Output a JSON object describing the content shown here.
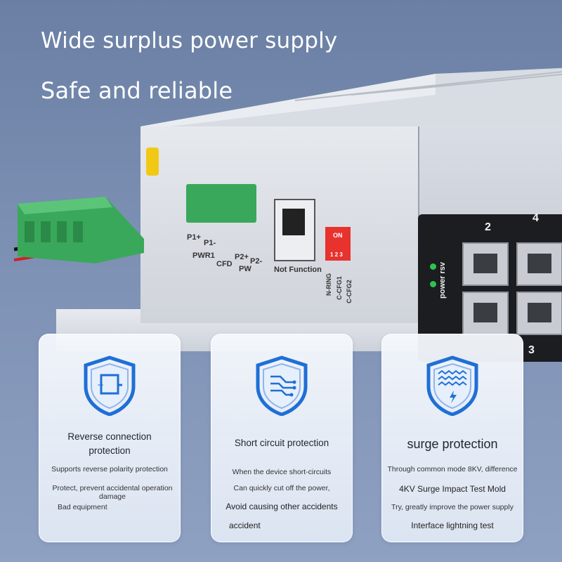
{
  "headline": {
    "line1": "Wide surplus power supply",
    "line2": "Safe and reliable"
  },
  "device": {
    "labels": {
      "p1plus": "P1+",
      "p1minus": "P1-",
      "p2plus": "P2+",
      "p2minus": "P2-",
      "pwr1": "PWR1",
      "cfd": "CFD",
      "pw": "PW",
      "not_function": "Not Function",
      "on": "ON",
      "n_ring": "N-RING",
      "c_cfg1": "C-CFG1",
      "c_cfg2": "C-CFG2",
      "power_rsv": "power rsv",
      "dip_nums": "1 2 3"
    },
    "port_numbers": [
      "2",
      "4",
      "3"
    ],
    "colors": {
      "terminal_green": "#3aa85a",
      "dip_red": "#e8322d",
      "led_green": "#2fc24d"
    }
  },
  "cards": [
    {
      "icon": "shield-reverse-polarity-icon",
      "title_lines": [
        "Reverse connection",
        "protection"
      ],
      "lines": [
        "Supports reverse polarity protection",
        "Protect, prevent accidental operation damage",
        "Bad equipment"
      ]
    },
    {
      "icon": "shield-circuit-icon",
      "title_lines": [
        "Short circuit protection"
      ],
      "lines": [
        "When the device short-circuits",
        "Can quickly cut off the power,",
        "Avoid causing other accidents",
        "accident"
      ]
    },
    {
      "icon": "shield-surge-icon",
      "title_lines": [
        "surge protection"
      ],
      "lines": [
        "Through common mode 8KV, difference",
        "4KV Surge Impact Test Mold",
        "Try, greatly improve the power supply",
        "Interface lightning test"
      ]
    }
  ],
  "accent_color": "#1f6fd6"
}
